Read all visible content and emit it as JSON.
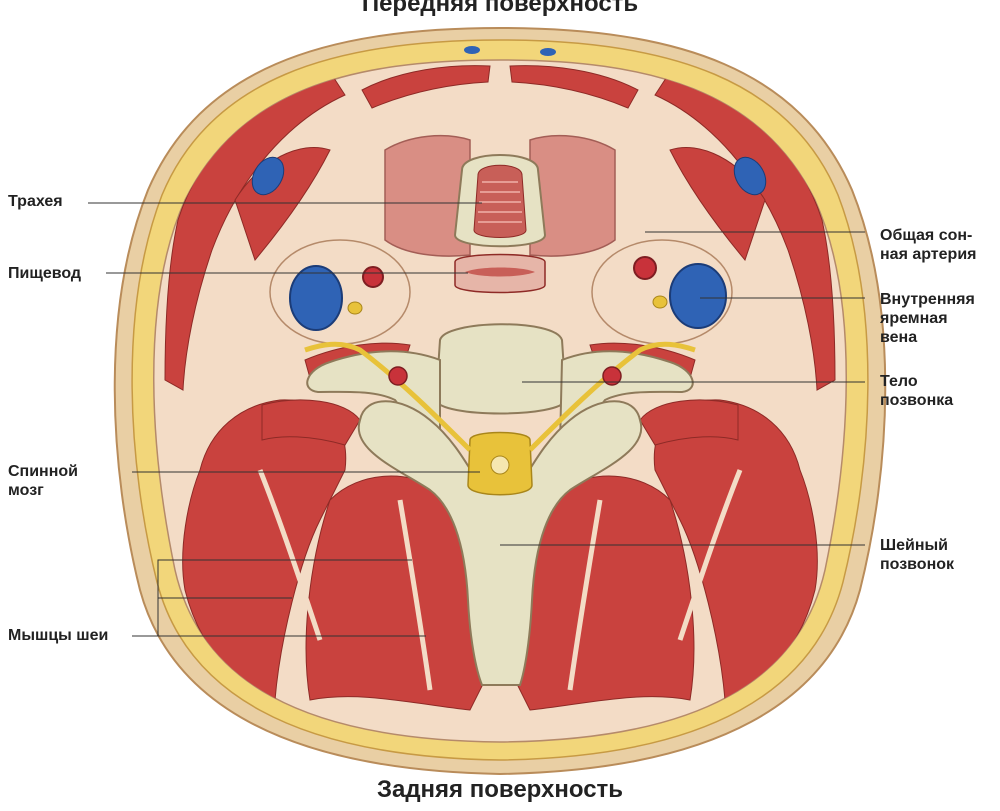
{
  "titles": {
    "top": "Передняя поверхность",
    "bottom": "Задняя поверхность"
  },
  "labels": {
    "trachea": "Трахея",
    "esophagus": "Пищевод",
    "spinal_cord": "Спинной\nмозг",
    "neck_muscles": "Мышцы шеи",
    "carotid_artery": "Общая сон-\nная артерия",
    "jugular_vein": "Внутренняя\nяремная\nвена",
    "vertebral_body": "Тело\nпозвонка",
    "cervical_vertebra": "Шейный\nпозвонок"
  },
  "colors": {
    "skin": "#e9cfa4",
    "fat": "#f2d67a",
    "fascia": "#f3dcc6",
    "muscle": "#c9423e",
    "muscle_dark": "#a8302e",
    "bone": "#e6e2c4",
    "nerve": "#e8c23a",
    "vein": "#2f63b5",
    "artery": "#c8323a",
    "trachea": "#d98e84"
  }
}
